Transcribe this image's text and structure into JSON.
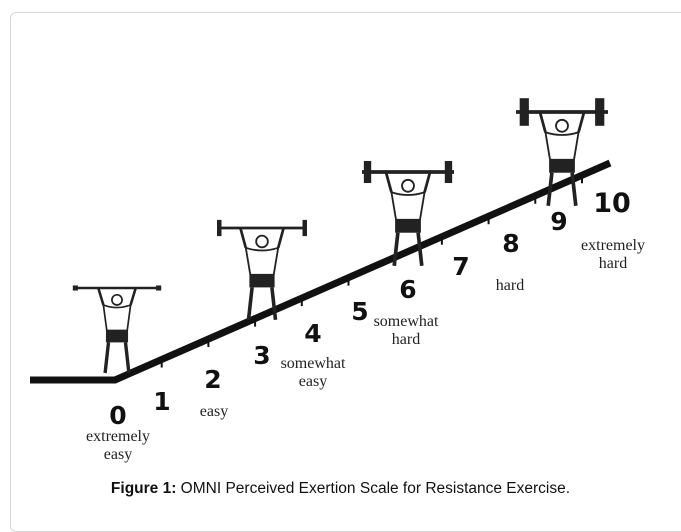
{
  "figure": {
    "caption_label": "Figure 1:",
    "caption_text": " OMNI Perceived Exertion Scale  for Resistance Exercise."
  },
  "scale": {
    "numbers": [
      "0",
      "1",
      "2",
      "3",
      "4",
      "5",
      "6",
      "7",
      "8",
      "9",
      "10"
    ],
    "descriptors": [
      {
        "lines": [
          "extremely",
          "easy"
        ]
      },
      {
        "lines": [
          "easy"
        ]
      },
      {
        "lines": [
          "somewhat",
          "easy"
        ]
      },
      {
        "lines": [
          "somewhat",
          "hard"
        ]
      },
      {
        "lines": [
          "hard"
        ]
      },
      {
        "lines": [
          "extremely",
          "hard"
        ]
      }
    ]
  },
  "colors": {
    "ink": "#111111",
    "background": "#ffffff"
  },
  "icons": [
    "lifter-figure-1",
    "lifter-figure-2",
    "lifter-figure-3",
    "lifter-figure-4"
  ]
}
